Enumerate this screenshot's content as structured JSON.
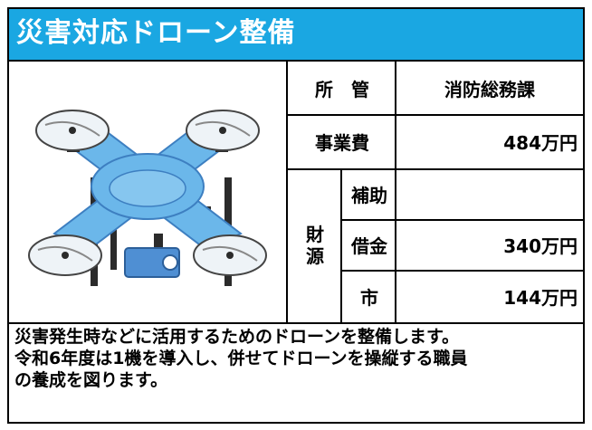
{
  "header": {
    "title": "災害対応ドローン整備"
  },
  "table": {
    "row1": {
      "label": "所　管",
      "value": "消防総務課"
    },
    "row2": {
      "label": "事業費",
      "value": "484万円"
    },
    "finance": {
      "label_top": "財",
      "label_bottom": "源",
      "items": [
        {
          "label": "補助",
          "value": ""
        },
        {
          "label": "借金",
          "value": "340万円"
        },
        {
          "label": "市",
          "value": "144万円"
        }
      ]
    }
  },
  "description": {
    "lines": [
      "災害発生時などに活用するためのドローンを整備します。",
      "令和6年度は1機を導入し、併せてドローンを操縦する職員",
      "の養成を図ります。"
    ]
  },
  "colors": {
    "header_bg": "#1aa7e2",
    "drone_body": "#6bb7ea",
    "drone_dark": "#3d7fc1"
  }
}
